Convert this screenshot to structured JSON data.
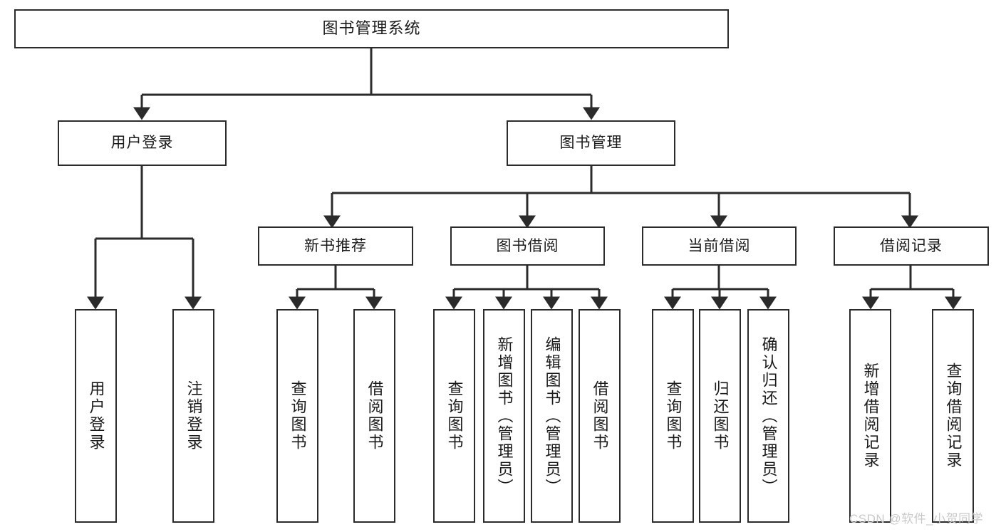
{
  "diagram": {
    "type": "hierarchy-tree",
    "title": "图书管理系统",
    "watermark": "CSDN @软件_小贺同学",
    "root": {
      "id": "root",
      "label": "图书管理系统"
    },
    "level2": [
      {
        "id": "user-login",
        "label": "用户登录"
      },
      {
        "id": "book-manage",
        "label": "图书管理"
      }
    ],
    "level3": [
      {
        "id": "new-book-recommend",
        "label": "新书推荐",
        "parent": "book-manage"
      },
      {
        "id": "book-borrow",
        "label": "图书借阅",
        "parent": "book-manage"
      },
      {
        "id": "current-borrow",
        "label": "当前借阅",
        "parent": "book-manage"
      },
      {
        "id": "borrow-record",
        "label": "借阅记录",
        "parent": "book-manage"
      }
    ],
    "leaves": {
      "user-login": [
        {
          "id": "leaf-user-login",
          "label": "用户登录"
        },
        {
          "id": "leaf-logout",
          "label": "注销登录"
        }
      ],
      "new-book-recommend": [
        {
          "id": "leaf-query-book-1",
          "label": "查询图书"
        },
        {
          "id": "leaf-borrow-book-1",
          "label": "借阅图书"
        }
      ],
      "book-borrow": [
        {
          "id": "leaf-query-book-2",
          "label": "查询图书"
        },
        {
          "id": "leaf-add-book",
          "label": "新增图书（管理员）"
        },
        {
          "id": "leaf-edit-book",
          "label": "编辑图书（管理员）"
        },
        {
          "id": "leaf-borrow-book-2",
          "label": "借阅图书"
        }
      ],
      "current-borrow": [
        {
          "id": "leaf-query-book-3",
          "label": "查询图书"
        },
        {
          "id": "leaf-return-book",
          "label": "归还图书"
        },
        {
          "id": "leaf-confirm-return",
          "label": "确认归还（管理员）"
        }
      ],
      "borrow-record": [
        {
          "id": "leaf-add-record",
          "label": "新增借阅记录"
        },
        {
          "id": "leaf-query-record",
          "label": "查询借阅记录"
        }
      ]
    },
    "colors": {
      "stroke": "#2b2b2b",
      "fill": "#ffffff",
      "text": "#1a1a1a",
      "watermark": "#c9c9c9"
    }
  }
}
